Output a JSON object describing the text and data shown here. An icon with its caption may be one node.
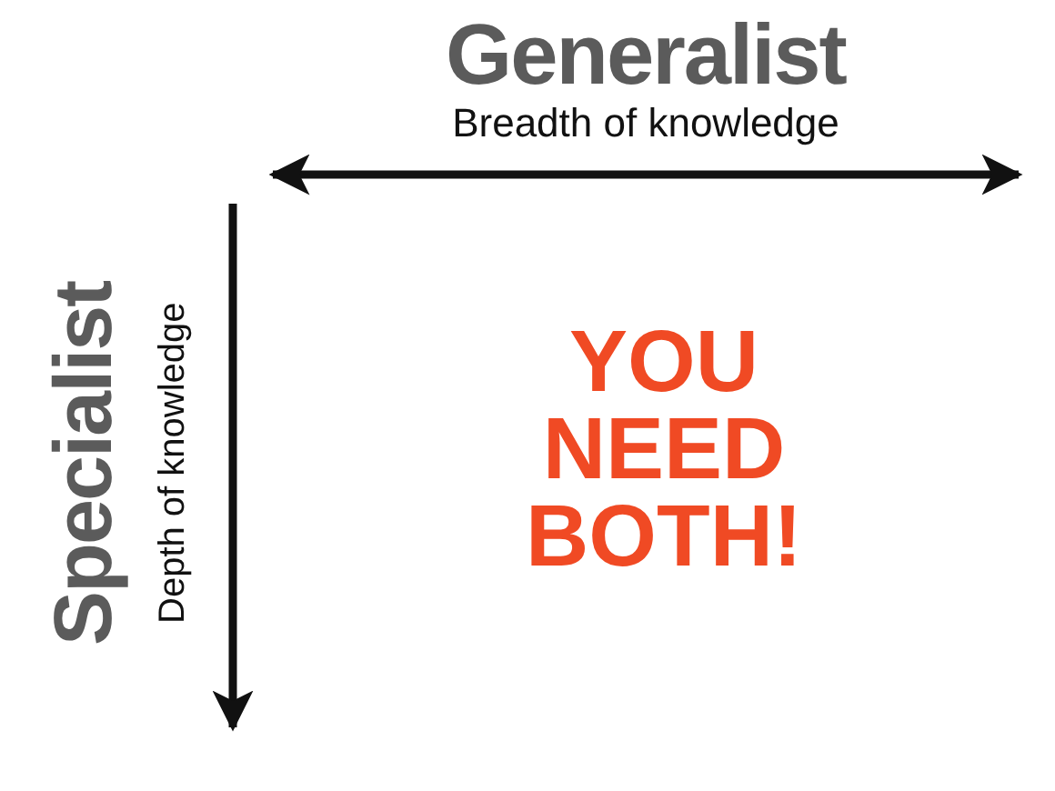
{
  "diagram": {
    "labels": [
      "Generalist",
      "Breadth of knowledge",
      "Specialist",
      "Depth of knowledge",
      "YOU NEED BOTH!"
    ]
  }
}
